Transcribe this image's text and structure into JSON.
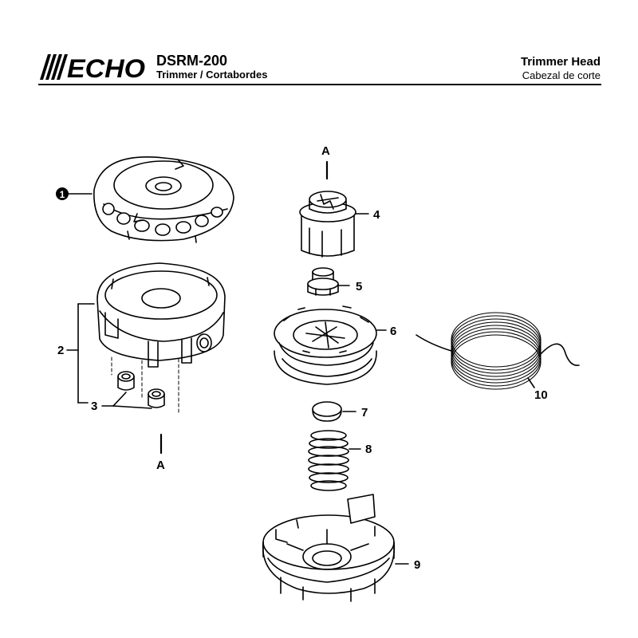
{
  "header": {
    "brand": "ECHO",
    "model": "DSRM-200",
    "subtitle": "Trimmer / Cortabordes",
    "section_title": "Trimmer Head",
    "section_subtitle": "Cabezal de corte"
  },
  "parts": [
    {
      "ref": "1"
    },
    {
      "ref": "2"
    },
    {
      "ref": "3"
    },
    {
      "ref": "4"
    },
    {
      "ref": "5"
    },
    {
      "ref": "6"
    },
    {
      "ref": "7"
    },
    {
      "ref": "8"
    },
    {
      "ref": "9"
    },
    {
      "ref": "10"
    }
  ],
  "ref_markers": {
    "top": "A",
    "bottom": "A"
  },
  "colors": {
    "ink": "#000000",
    "shade": "#d9d9d9",
    "background": "#ffffff"
  }
}
